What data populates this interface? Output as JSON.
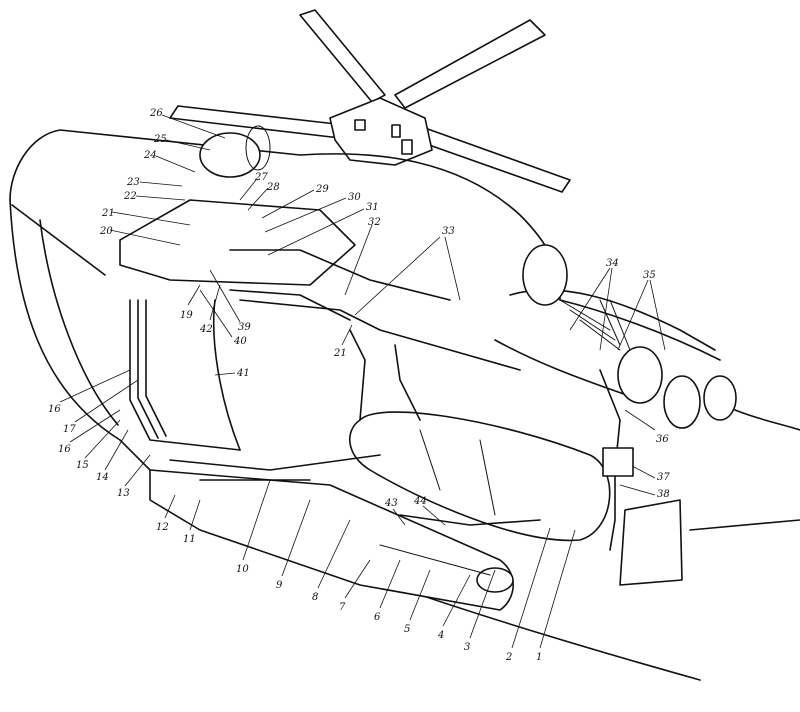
{
  "callouts": [
    "1",
    "2",
    "3",
    "4",
    "5",
    "6",
    "7",
    "8",
    "9",
    "10",
    "11",
    "12",
    "13",
    "14",
    "15",
    "16",
    "16",
    "17",
    "19",
    "20",
    "21",
    "21",
    "22",
    "23",
    "24",
    "25",
    "26",
    "27",
    "28",
    "29",
    "30",
    "31",
    "32",
    "33",
    "34",
    "35",
    "36",
    "37",
    "38",
    "39",
    "40",
    "41",
    "42",
    "43",
    "44"
  ]
}
